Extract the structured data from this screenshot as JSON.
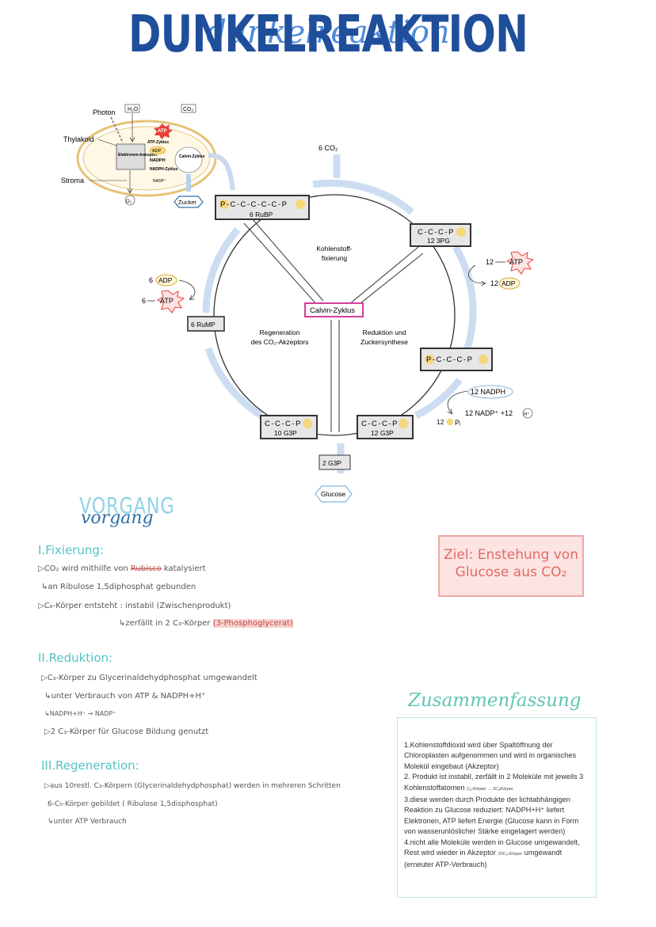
{
  "title": {
    "main": "DUNKELREAKTION",
    "script": "dunkelreaktion"
  },
  "chloroplast": {
    "photon": "Photon",
    "h2o": "H₂O",
    "co2": "CO₂",
    "thylakoid": "Thylakoid",
    "stroma": "Stroma",
    "atp": "ATP",
    "atp_zyklus": "ATP-Zyklus",
    "adp": "ADP",
    "nadph": "NADPH",
    "nadph_zyklus": "NADPH-Zyklus",
    "nadp": "NADP⁺",
    "elektronentransport": "Elektronen-transport",
    "calvin_zyklus": "Calvin-Zyklus",
    "o2": "O₂",
    "zucker": "Zucker"
  },
  "cycle": {
    "co2_in": "6 CO₂",
    "rubp_chain": "P-C-C-C-C-C-P",
    "rubp_label": "6 RuBP",
    "pg_chain": "C-C-C-P",
    "pg_label": "12 3PG",
    "atp_in": "12",
    "atp": "ATP",
    "adp_out": "12",
    "adp": "ADP",
    "bpg_chain": "P-C-C-C-P",
    "nadph_in": "12 NADPH",
    "nadp_out": "12 NADP⁺ +12",
    "h_plus": "H⁺",
    "pi_out": "12",
    "pi": "Pᵢ",
    "g3p12_chain": "C-C-C-P",
    "g3p12_label": "12 G3P",
    "g3p10_chain": "C-C-C-P",
    "g3p10_label": "10 G3P",
    "g3p2_label": "2 G3P",
    "glucose": "Glucose",
    "rump_label": "6 RuMP",
    "adp_left": "6",
    "atp_left": "6",
    "center": "Calvin-Zyklus",
    "sector_top": [
      "Kohlenstoff-",
      "fixierung"
    ],
    "sector_left": [
      "Regeneration",
      "des CO₂-Akzeptors"
    ],
    "sector_right": [
      "Reduktion und",
      "Zuckersynthese"
    ]
  },
  "vorgang": {
    "heading_main": "VORGANG",
    "heading_script": "vorgang",
    "s1_title": "I.Fixierung:",
    "s1_lines": [
      "▷CO₂ wird mithilfe von",
      "Rubisco",
      "katalysiert",
      "↳an Ribulose 1,5diphosphat gebunden",
      "▷C₆-Körper entsteht : instabil (Zwischenprodukt)",
      "↳zerfällt in 2 C₃-Körper",
      "(3-Phosphoglycerat)"
    ],
    "s2_title": "II.Reduktion:",
    "s2_lines": [
      "▷C₃-Körper zu Glycerinaldehydphosphat umgewandelt",
      "↳unter Verbrauch von ATP & NADPH+H⁺",
      "↳NADPH+H⁺ → NADP⁺",
      "▷2 C₃-Körper für Glucose Bildung genutzt"
    ],
    "s3_title": "III.Regeneration:",
    "s3_lines": [
      "▷aus 10restl. C₃-Körpern (Glycerinaldehydphosphat) werden in mehreren Schritten",
      "6-C₅-Körper gebildet ( Ribulose 1,5disphosphat)",
      "↳unter ATP Verbrauch"
    ]
  },
  "ziel": {
    "line1": "Ziel: Enstehung von",
    "line2": "Glucose aus CO₂"
  },
  "zusammenfassung": {
    "title": "Zusammenfassung",
    "p1": "1.Kohlenstoffdioxid wird über Spaltöffnung der Chloroplasten aufgenommen und wird in organisches Molekül eingebaut (Akzeptor)",
    "p2a": "2. Produkt ist instabil, zerfällt in 2 Moleküle mit jeweils 3 Kohlenstoffatomen",
    "p2_note": "C₆-Körper → 2C₃Körper",
    "p3": "3.diese werden durch Produkte der lichtabhängigen Reaktion zu Glucose reduziert: NADPH+H⁺ liefert Elektronen, ATP liefert Energie (Glucose kann in Form von wasserunlöslicher Stärke eingelagert werden)",
    "p4a": "4.nicht alle Moleküle werden in Glucose umgewandelt, Rest wird wieder in Akzeptor",
    "p4_note": "10C₃-Körper",
    "p4b": "umgewandt (erneuter ATP-Verbrauch)"
  },
  "colors": {
    "title_blue": "#1f4e9a",
    "teal": "#56c3c2",
    "ziel_red": "#e36a67",
    "phosphate_yellow": "#f6d77a",
    "atp_red": "#e8403a",
    "calvin_pink": "#d43f9c"
  }
}
